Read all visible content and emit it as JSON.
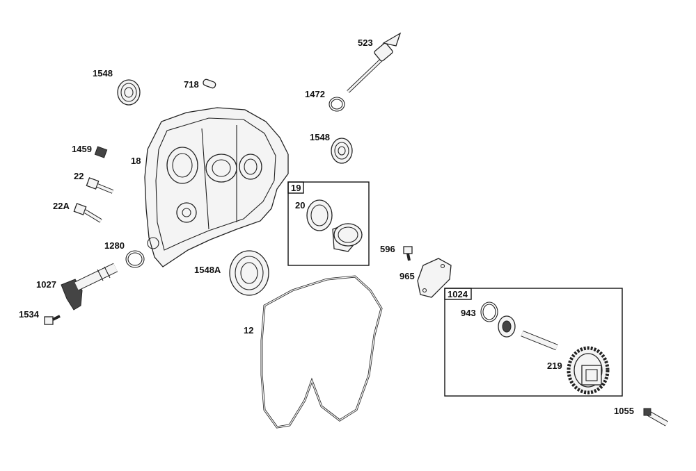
{
  "callouts": {
    "p523": "523",
    "p1548_top": "1548",
    "p718": "718",
    "p1472": "1472",
    "p1548_mid": "1548",
    "p1459": "1459",
    "p18": "18",
    "p22": "22",
    "p22a": "22A",
    "p19": "19",
    "p20": "20",
    "p1280": "1280",
    "p1548a": "1548A",
    "p596": "596",
    "p965": "965",
    "p1027": "1027",
    "p1024": "1024",
    "p943": "943",
    "p1534": "1534",
    "p12": "12",
    "p219": "219",
    "p1055": "1055"
  }
}
